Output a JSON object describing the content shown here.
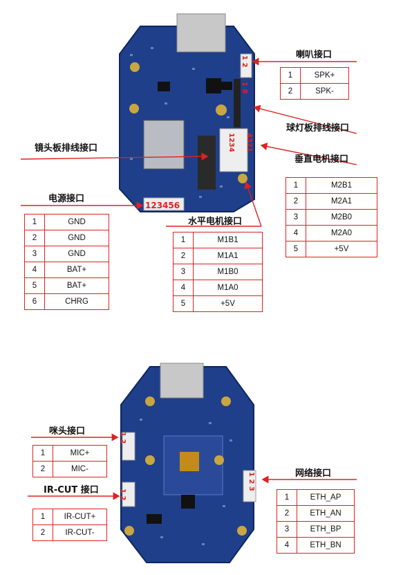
{
  "top": {
    "labels": {
      "speaker": "喇叭接口",
      "ballLight": "球灯板排线接口",
      "lensBoard": "镜头板排线接口",
      "verticalMotor": "垂直电机接口",
      "power": "电源接口",
      "horizontalMotor": "水平电机接口"
    },
    "connectorMarks": {
      "speaker": "1 2",
      "ballLight": "1 8",
      "vertical1": "1234",
      "vertical2": "4321",
      "power": "123456"
    },
    "speakerTable": [
      [
        "1",
        "SPK+"
      ],
      [
        "2",
        "SPK-"
      ]
    ],
    "verticalTable": [
      [
        "1",
        "M2B1"
      ],
      [
        "2",
        "M2A1"
      ],
      [
        "3",
        "M2B0"
      ],
      [
        "4",
        "M2A0"
      ],
      [
        "5",
        "+5V"
      ]
    ],
    "powerTable": [
      [
        "1",
        "GND"
      ],
      [
        "2",
        "GND"
      ],
      [
        "3",
        "GND"
      ],
      [
        "4",
        "BAT+"
      ],
      [
        "5",
        "BAT+"
      ],
      [
        "6",
        "CHRG"
      ]
    ],
    "horizontalTable": [
      [
        "1",
        "M1B1"
      ],
      [
        "2",
        "M1A1"
      ],
      [
        "3",
        "M1B0"
      ],
      [
        "4",
        "M1A0"
      ],
      [
        "5",
        "+5V"
      ]
    ]
  },
  "bottom": {
    "labels": {
      "mic": "咪头接口",
      "ircut": "IR-CUT 接口",
      "network": "网络接口"
    },
    "connectorMarks": {
      "mic": "1 2",
      "ircut": "1 2",
      "network": "1 2 3"
    },
    "micTable": [
      [
        "1",
        "MIC+"
      ],
      [
        "2",
        "MIC-"
      ]
    ],
    "ircutTable": [
      [
        "1",
        "IR-CUT+"
      ],
      [
        "2",
        "IR-CUT-"
      ]
    ],
    "networkTable": [
      [
        "1",
        "ETH_AP"
      ],
      [
        "2",
        "ETH_AN"
      ],
      [
        "3",
        "ETH_BP"
      ],
      [
        "4",
        "ETH_BN"
      ]
    ]
  },
  "colors": {
    "accent": "#e02020",
    "pcb": "#1f3f8a"
  }
}
